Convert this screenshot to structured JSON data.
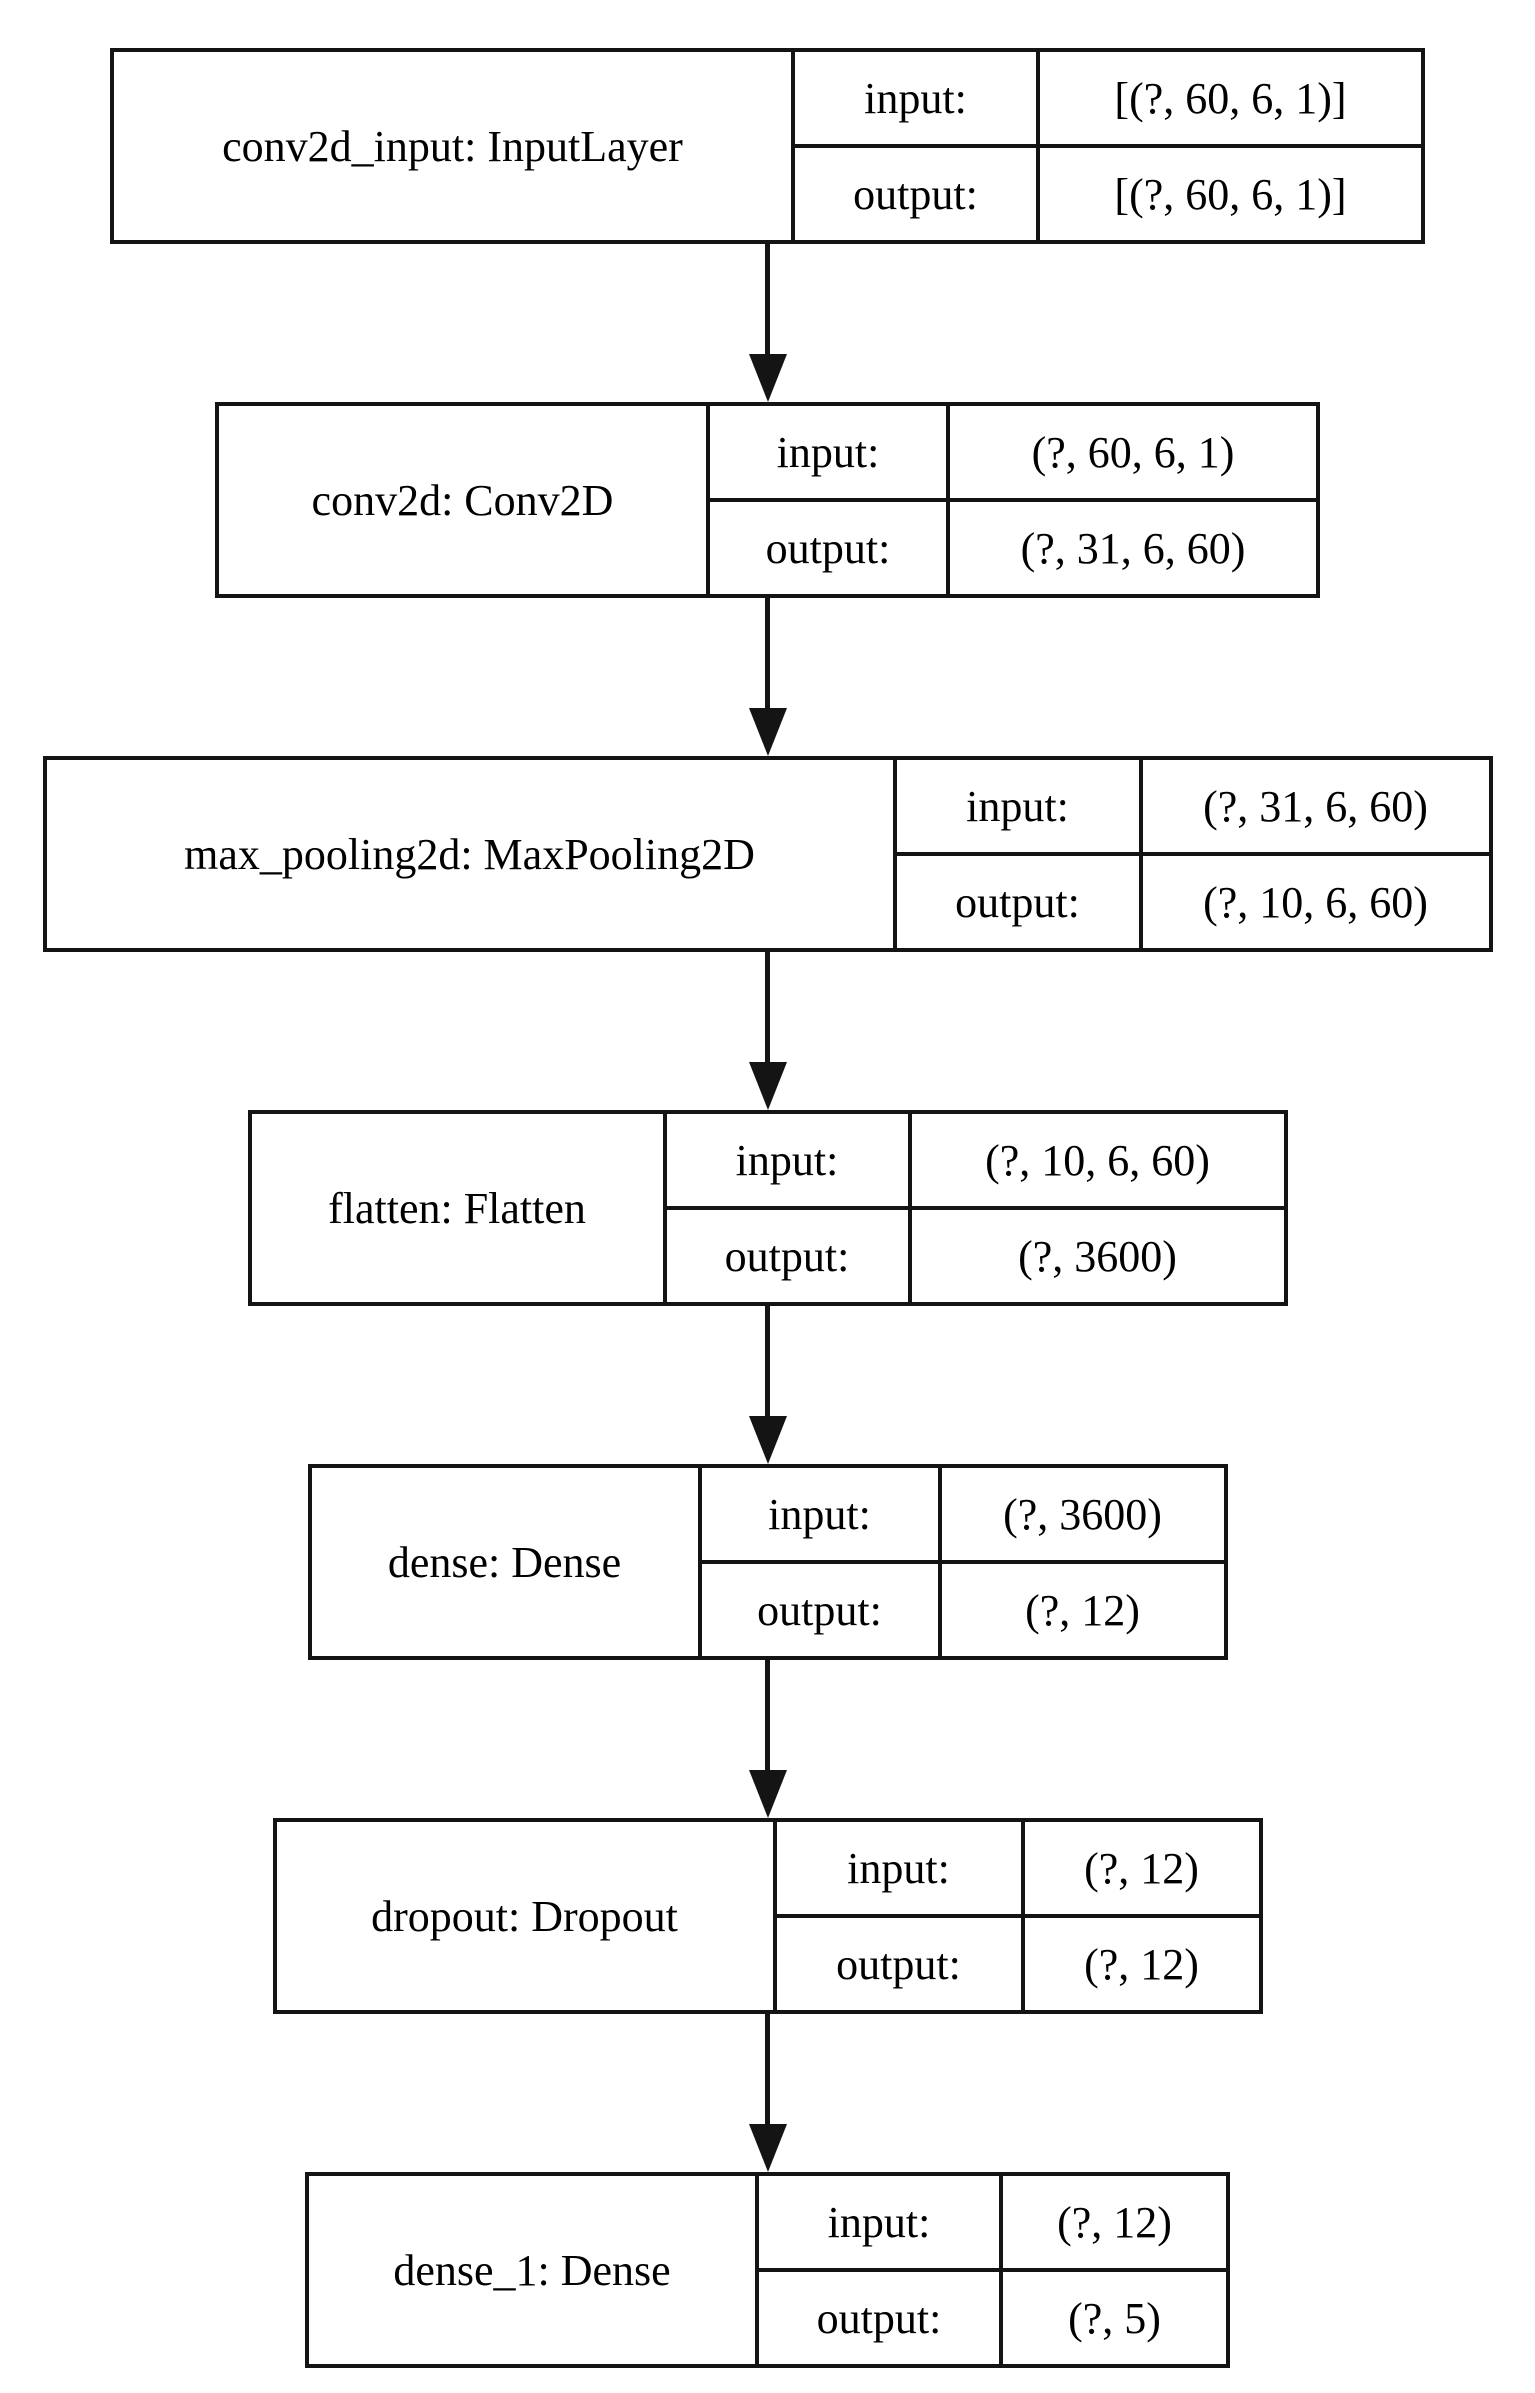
{
  "diagram": {
    "title": "keras-model-architecture-plot",
    "colors": {
      "border": "#141414",
      "background": "#ffffff",
      "text": "#000000"
    },
    "io_labels": {
      "input": "input:",
      "output": "output:"
    },
    "layers": [
      {
        "name": "conv2d_input: InputLayer",
        "input": "[(?, 60, 6, 1)]",
        "output": "[(?, 60, 6, 1)]"
      },
      {
        "name": "conv2d: Conv2D",
        "input": "(?, 60, 6, 1)",
        "output": "(?, 31, 6, 60)"
      },
      {
        "name": "max_pooling2d: MaxPooling2D",
        "input": "(?, 31, 6, 60)",
        "output": "(?, 10, 6, 60)"
      },
      {
        "name": "flatten: Flatten",
        "input": "(?, 10, 6, 60)",
        "output": "(?, 3600)"
      },
      {
        "name": "dense: Dense",
        "input": "(?, 3600)",
        "output": "(?, 12)"
      },
      {
        "name": "dropout: Dropout",
        "input": "(?, 12)",
        "output": "(?, 12)"
      },
      {
        "name": "dense_1: Dense",
        "input": "(?, 12)",
        "output": "(?, 5)"
      }
    ]
  }
}
